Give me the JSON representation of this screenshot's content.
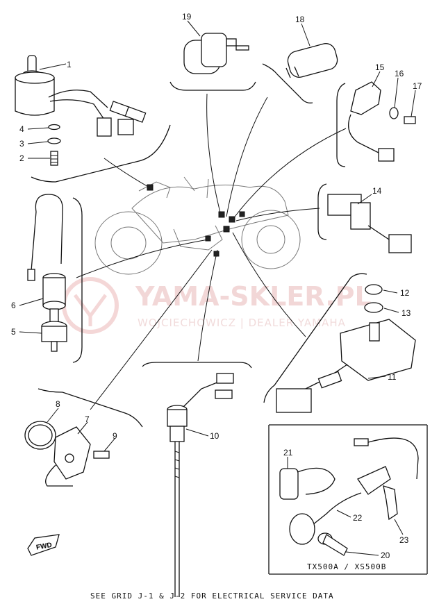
{
  "diagram": {
    "parts": [
      {
        "id": "p1",
        "label": "1"
      },
      {
        "id": "p2",
        "label": "2"
      },
      {
        "id": "p3",
        "label": "3"
      },
      {
        "id": "p4",
        "label": "4"
      },
      {
        "id": "p5",
        "label": "5"
      },
      {
        "id": "p6",
        "label": "6"
      },
      {
        "id": "p7",
        "label": "7"
      },
      {
        "id": "p8",
        "label": "8"
      },
      {
        "id": "p9",
        "label": "9"
      },
      {
        "id": "p10",
        "label": "10"
      },
      {
        "id": "p11",
        "label": "11"
      },
      {
        "id": "p12",
        "label": "12"
      },
      {
        "id": "p13",
        "label": "13"
      },
      {
        "id": "p14",
        "label": "14"
      },
      {
        "id": "p15",
        "label": "15"
      },
      {
        "id": "p16",
        "label": "16"
      },
      {
        "id": "p17",
        "label": "17"
      },
      {
        "id": "p18",
        "label": "18"
      },
      {
        "id": "p19",
        "label": "19"
      },
      {
        "id": "p20",
        "label": "20"
      },
      {
        "id": "p21",
        "label": "21"
      },
      {
        "id": "p22",
        "label": "22"
      },
      {
        "id": "p23",
        "label": "23"
      }
    ],
    "inset_model": "TX500A / XS500B",
    "fwd_label": "FWD",
    "caption": "SEE GRID J-1 & J-2 FOR ELECTRICAL SERVICE DATA"
  },
  "watermark": {
    "line1": "YAMA-SKLER.PL",
    "line2": "WOJCIECHOWICZ | DEALER YAMAHA"
  }
}
